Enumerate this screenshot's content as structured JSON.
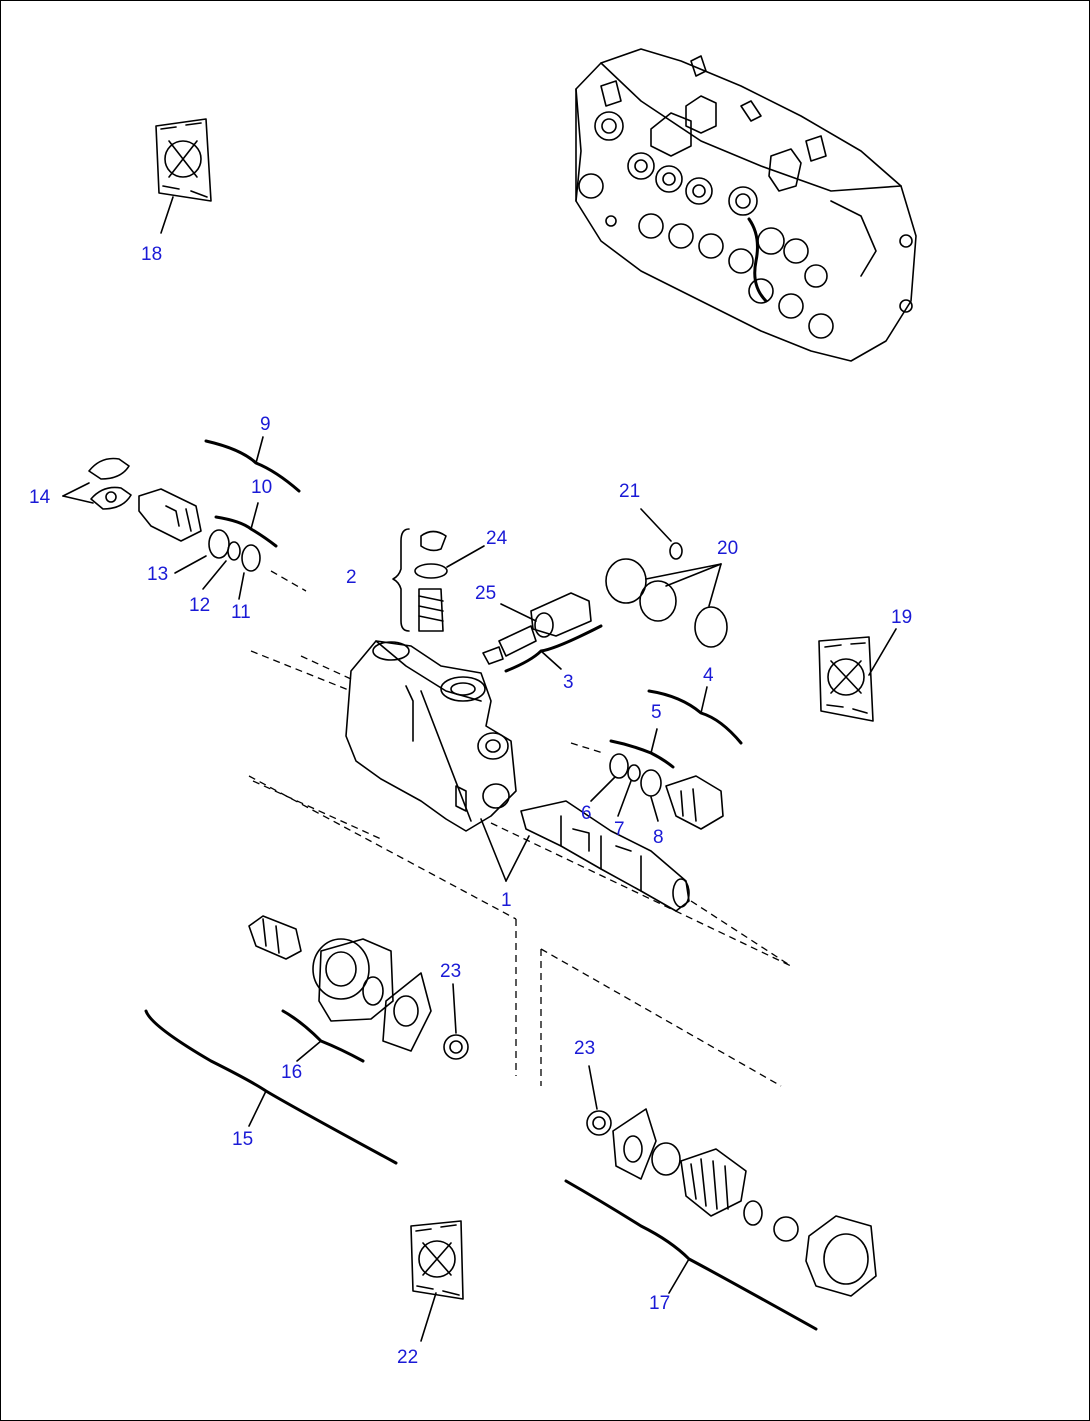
{
  "diagram": {
    "callouts": [
      {
        "id": "c1",
        "text": "1"
      },
      {
        "id": "c2",
        "text": "2"
      },
      {
        "id": "c3",
        "text": "3"
      },
      {
        "id": "c4",
        "text": "4"
      },
      {
        "id": "c5",
        "text": "5"
      },
      {
        "id": "c6",
        "text": "6"
      },
      {
        "id": "c7",
        "text": "7"
      },
      {
        "id": "c8",
        "text": "8"
      },
      {
        "id": "c9",
        "text": "9"
      },
      {
        "id": "c10",
        "text": "10"
      },
      {
        "id": "c11",
        "text": "11"
      },
      {
        "id": "c12",
        "text": "12"
      },
      {
        "id": "c13",
        "text": "13"
      },
      {
        "id": "c14",
        "text": "14"
      },
      {
        "id": "c15",
        "text": "15"
      },
      {
        "id": "c16",
        "text": "16"
      },
      {
        "id": "c17",
        "text": "17"
      },
      {
        "id": "c18",
        "text": "18"
      },
      {
        "id": "c19",
        "text": "19"
      },
      {
        "id": "c20",
        "text": "20"
      },
      {
        "id": "c21",
        "text": "21"
      },
      {
        "id": "c22",
        "text": "22"
      },
      {
        "id": "c23a",
        "text": "23"
      },
      {
        "id": "c23b",
        "text": "23"
      },
      {
        "id": "c24",
        "text": "24"
      },
      {
        "id": "c25",
        "text": "25"
      }
    ],
    "colors": {
      "callout": "#1a1ad6",
      "line": "#000000"
    }
  }
}
